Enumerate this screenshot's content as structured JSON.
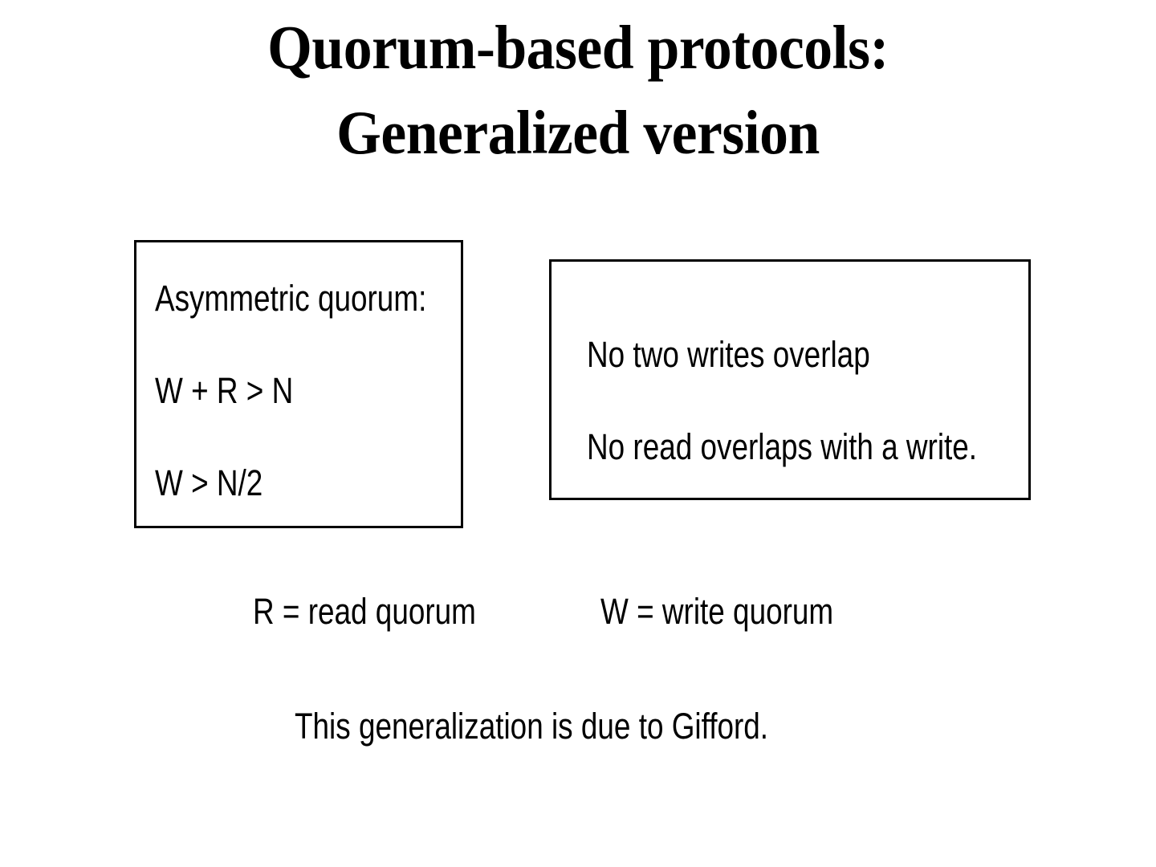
{
  "slide": {
    "background_color": "#ffffff",
    "text_color": "#000000",
    "border_color": "#000000",
    "title": {
      "line1": "Quorum-based protocols:",
      "line2": "Generalized version"
    },
    "left_box": {
      "lines": [
        "Asymmetric quorum:",
        "W + R > N",
        "W > N/2"
      ]
    },
    "right_box": {
      "lines": [
        "No two writes overlap",
        "No read overlaps with a write."
      ]
    },
    "legend": {
      "read": "R = read quorum",
      "write": "W = write quorum"
    },
    "attribution": "This generalization is due to Gifford."
  }
}
